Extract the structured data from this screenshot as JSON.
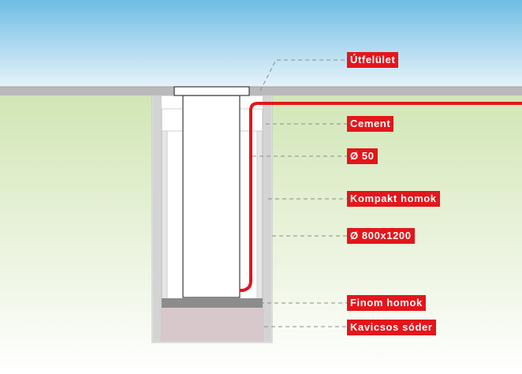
{
  "diagram": {
    "labels": {
      "road_surface": "Útfelület",
      "cement": "Cement",
      "pipe_diameter": "Ø 50",
      "compact_sand": "Kompakt homok",
      "hole_size": "Ø 800x1200",
      "fine_sand": "Finom homok",
      "gravel": "Kavicsos sóder"
    },
    "colors": {
      "sky_top": "#6fbde4",
      "sky_bottom": "#e6f3fa",
      "ground_top": "#d2e6b6",
      "ground_bottom": "#ffffff",
      "road": "#b9b9b9",
      "pit_wall": "#d4d4d4",
      "fine_sand": "#8c8c8c",
      "gravel": "#d8c8cc",
      "cable": "#e3161b",
      "label_bg": "#e3161b",
      "label_text": "#ffffff",
      "leader_line": "#8c8c8c"
    }
  }
}
